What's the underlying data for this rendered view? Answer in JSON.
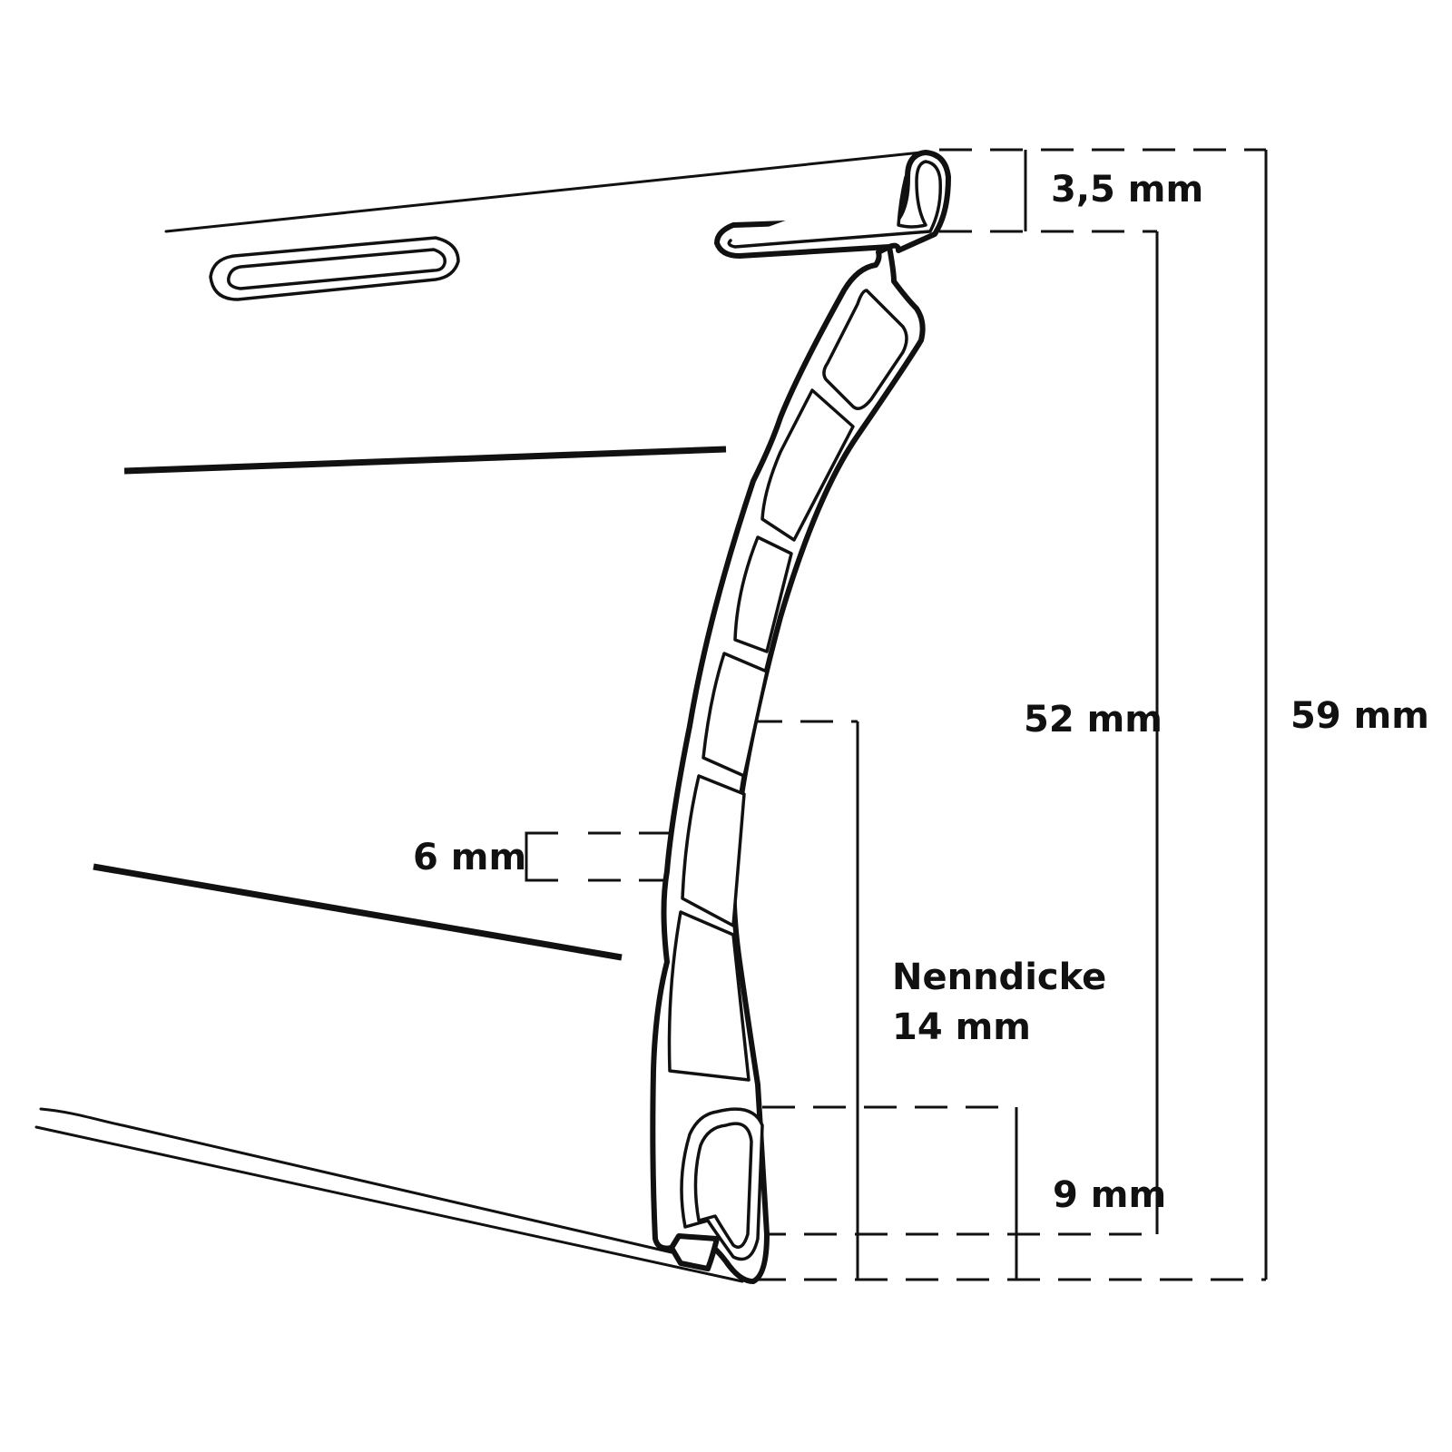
{
  "dimensions": {
    "top_hook": "3,5 mm",
    "inner_height": "52 mm",
    "overall_height": "59 mm",
    "chamber_gap": "6 mm",
    "nominal_thickness_line1": "Nenndicke",
    "nominal_thickness_line2": "14 mm",
    "bottom_hook": "9 mm"
  },
  "colors": {
    "line": "#111111",
    "background": "#ffffff"
  }
}
